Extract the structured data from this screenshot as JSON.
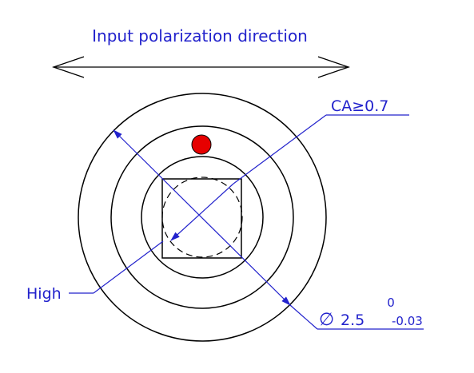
{
  "title": "Input polarization direction",
  "labels": {
    "clear_aperture": "CA≥0.7",
    "high_side": "High",
    "diameter_symbol": "∅",
    "diameter_value": "2.5",
    "tolerance_upper": "0",
    "tolerance_lower": "-0.03"
  },
  "colors": {
    "annotation": "#2222cc",
    "outline": "#000000",
    "marker_dot": "#e60000"
  }
}
